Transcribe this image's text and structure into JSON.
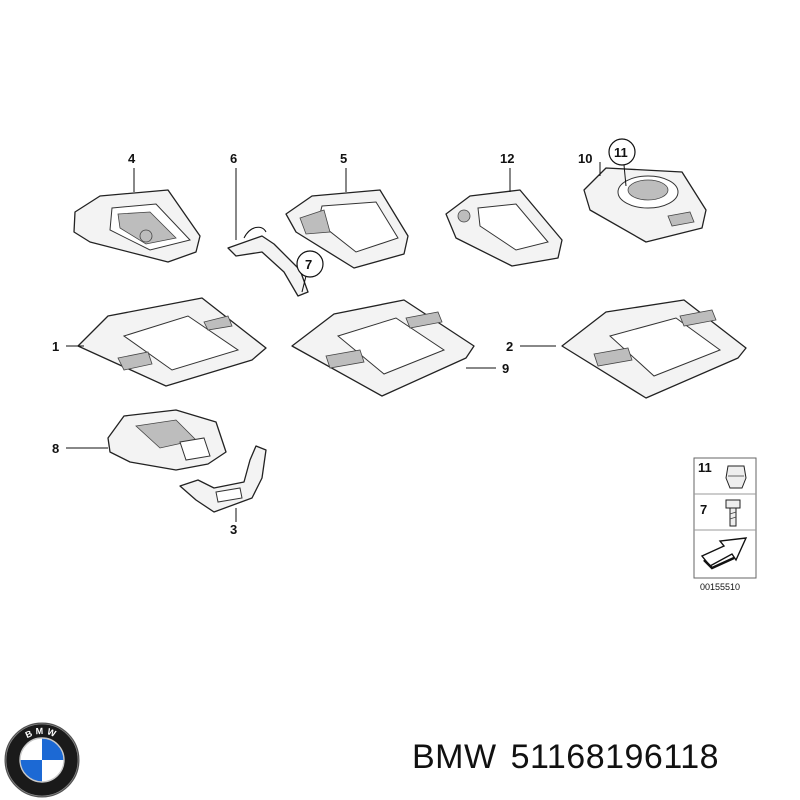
{
  "callouts": {
    "c1": "1",
    "c2": "2",
    "c3": "3",
    "c4": "4",
    "c5": "5",
    "c6": "6",
    "c7": "7",
    "c8": "8",
    "c9": "9",
    "c10": "10",
    "c11": "11",
    "c12": "12"
  },
  "legend": {
    "item_11": "11",
    "item_7": "7",
    "catalog_number": "00155510"
  },
  "footer": {
    "brand": "BMW",
    "part_number": "51168196118"
  },
  "logo": {
    "letters": "BMW",
    "colors": {
      "blue": "#1c69d4",
      "white": "#ffffff",
      "ring": "#1a1a1a"
    }
  }
}
